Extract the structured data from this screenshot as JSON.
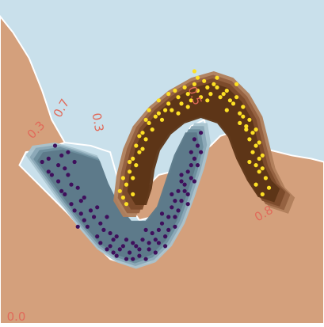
{
  "chart_data": {
    "type": "scatter",
    "title": "",
    "xlabel": "",
    "ylabel": "",
    "grid": false,
    "legend": "none",
    "background_regions": {
      "class_a_color": "#c9e0eb",
      "class_b_color": "#d4a07c"
    },
    "decision_boundary": {
      "blue_to_brown": [
        [
          0.0,
          9.5
        ],
        [
          0.4,
          9.0
        ],
        [
          0.9,
          8.2
        ],
        [
          1.3,
          7.2
        ],
        [
          1.6,
          6.3
        ],
        [
          2.0,
          5.6
        ],
        [
          2.5,
          5.3
        ],
        [
          3.0,
          5.0
        ],
        [
          3.4,
          4.5
        ],
        [
          3.8,
          4.3
        ],
        [
          4.2,
          4.4
        ],
        [
          4.6,
          4.3
        ],
        [
          4.9,
          4.6
        ],
        [
          5.3,
          4.7
        ],
        [
          5.7,
          5.0
        ],
        [
          6.1,
          5.2
        ],
        [
          6.5,
          5.5
        ],
        [
          6.8,
          5.8
        ],
        [
          7.1,
          5.9
        ],
        [
          7.5,
          6.0
        ],
        [
          7.8,
          6.1
        ],
        [
          8.2,
          5.4
        ],
        [
          9.0,
          5.2
        ],
        [
          9.6,
          5.1
        ],
        [
          10.0,
          5.0
        ]
      ],
      "island_outline": [
        [
          0.6,
          4.9
        ],
        [
          1.4,
          4.1
        ],
        [
          2.1,
          3.4
        ],
        [
          2.8,
          2.6
        ],
        [
          3.4,
          2.0
        ],
        [
          4.0,
          1.8
        ],
        [
          4.6,
          1.9
        ],
        [
          5.0,
          2.2
        ],
        [
          5.3,
          2.6
        ],
        [
          5.6,
          3.2
        ],
        [
          5.9,
          4.2
        ],
        [
          6.2,
          5.2
        ],
        [
          6.4,
          5.9
        ],
        [
          6.3,
          6.3
        ],
        [
          5.9,
          6.1
        ],
        [
          5.6,
          5.6
        ],
        [
          5.4,
          5.0
        ],
        [
          5.2,
          4.2
        ],
        [
          5.0,
          3.6
        ],
        [
          4.7,
          3.3
        ],
        [
          4.3,
          3.2
        ],
        [
          3.9,
          3.8
        ],
        [
          3.6,
          4.6
        ],
        [
          3.4,
          5.3
        ],
        [
          2.8,
          5.5
        ],
        [
          2.0,
          5.6
        ],
        [
          1.4,
          5.4
        ],
        [
          0.8,
          5.3
        ]
      ]
    },
    "contours": {
      "levels": [
        0.3,
        0.5,
        0.7
      ],
      "tick_labels": [
        "0.3",
        "0.5",
        "0.7"
      ],
      "blue_levels": [
        "#a9c3cf",
        "#8aa8b6",
        "#6d8d9c",
        "#5c7989"
      ],
      "brown_levels": [
        "#b07e5b",
        "#93603f",
        "#7a4a2a",
        "#5c3416"
      ],
      "shown_labels": [
        "0.3",
        "0.7",
        "0.5",
        "0.3",
        "0.8",
        "0.0"
      ]
    },
    "series": [
      {
        "color": "#3f0f5c",
        "points": [
          [
            1.3,
            5.0
          ],
          [
            1.5,
            4.7
          ],
          [
            1.8,
            4.4
          ],
          [
            2.0,
            4.0
          ],
          [
            2.2,
            3.7
          ],
          [
            1.9,
            5.2
          ],
          [
            2.3,
            5.0
          ],
          [
            2.5,
            3.4
          ],
          [
            2.7,
            3.0
          ],
          [
            3.0,
            2.7
          ],
          [
            3.3,
            2.3
          ],
          [
            3.6,
            2.1
          ],
          [
            3.9,
            2.0
          ],
          [
            4.3,
            2.1
          ],
          [
            4.6,
            2.3
          ],
          [
            4.9,
            2.5
          ],
          [
            5.2,
            2.9
          ],
          [
            5.4,
            3.3
          ],
          [
            5.6,
            3.8
          ],
          [
            5.7,
            4.3
          ],
          [
            5.8,
            4.7
          ],
          [
            6.0,
            5.1
          ],
          [
            6.1,
            5.5
          ],
          [
            6.2,
            5.9
          ],
          [
            2.1,
            4.6
          ],
          [
            2.4,
            4.2
          ],
          [
            2.8,
            3.5
          ],
          [
            3.1,
            3.1
          ],
          [
            3.5,
            2.6
          ],
          [
            3.8,
            2.4
          ],
          [
            4.1,
            2.5
          ],
          [
            4.4,
            2.6
          ],
          [
            4.7,
            2.8
          ],
          [
            5.0,
            3.1
          ],
          [
            5.3,
            3.6
          ],
          [
            5.5,
            4.1
          ],
          [
            5.6,
            4.6
          ],
          [
            5.9,
            5.3
          ],
          [
            1.7,
            5.5
          ],
          [
            2.0,
            4.8
          ],
          [
            2.6,
            3.9
          ],
          [
            2.9,
            3.3
          ],
          [
            3.2,
            2.9
          ],
          [
            3.4,
            2.4
          ],
          [
            3.7,
            2.3
          ],
          [
            4.0,
            2.2
          ],
          [
            4.5,
            2.0
          ],
          [
            4.8,
            2.2
          ],
          [
            5.1,
            2.7
          ],
          [
            5.4,
            3.0
          ],
          [
            5.5,
            3.5
          ],
          [
            5.8,
            4.0
          ],
          [
            5.9,
            4.5
          ],
          [
            6.1,
            4.9
          ],
          [
            1.8,
            4.9
          ],
          [
            2.2,
            4.3
          ],
          [
            2.5,
            3.8
          ],
          [
            3.0,
            3.6
          ],
          [
            3.3,
            3.3
          ],
          [
            3.6,
            2.7
          ],
          [
            3.9,
            2.6
          ],
          [
            4.2,
            2.4
          ],
          [
            4.6,
            2.5
          ],
          [
            4.9,
            2.9
          ],
          [
            5.2,
            3.3
          ],
          [
            5.4,
            3.8
          ],
          [
            5.7,
            4.1
          ],
          [
            5.9,
            4.9
          ],
          [
            6.0,
            5.7
          ],
          [
            1.6,
            4.6
          ],
          [
            2.3,
            3.5
          ],
          [
            2.6,
            3.2
          ],
          [
            3.1,
            2.5
          ],
          [
            3.5,
            2.2
          ],
          [
            4.3,
            2.3
          ],
          [
            4.8,
            2.6
          ],
          [
            5.0,
            3.4
          ],
          [
            5.3,
            4.0
          ],
          [
            5.6,
            4.4
          ],
          [
            6.2,
            5.3
          ],
          [
            1.9,
            4.1
          ],
          [
            2.4,
            3.0
          ],
          [
            3.4,
            2.8
          ],
          [
            4.1,
            2.0
          ],
          [
            4.5,
            2.9
          ],
          [
            5.1,
            2.4
          ],
          [
            5.8,
            3.7
          ],
          [
            6.0,
            4.4
          ],
          [
            1.5,
            5.1
          ],
          [
            2.1,
            5.3
          ]
        ]
      },
      {
        "color": "#fde025",
        "points": [
          [
            3.8,
            3.9
          ],
          [
            3.9,
            4.3
          ],
          [
            4.0,
            4.7
          ],
          [
            4.1,
            5.1
          ],
          [
            4.2,
            5.5
          ],
          [
            4.4,
            5.9
          ],
          [
            4.6,
            6.2
          ],
          [
            4.9,
            6.5
          ],
          [
            5.2,
            6.8
          ],
          [
            5.5,
            7.0
          ],
          [
            5.8,
            7.1
          ],
          [
            6.1,
            7.2
          ],
          [
            6.4,
            7.3
          ],
          [
            6.7,
            7.3
          ],
          [
            7.0,
            7.2
          ],
          [
            7.3,
            7.0
          ],
          [
            7.5,
            6.7
          ],
          [
            7.7,
            6.3
          ],
          [
            7.8,
            5.9
          ],
          [
            7.9,
            5.5
          ],
          [
            8.0,
            5.1
          ],
          [
            8.0,
            4.7
          ],
          [
            7.9,
            4.3
          ],
          [
            8.1,
            4.0
          ],
          [
            3.9,
            3.7
          ],
          [
            4.1,
            4.5
          ],
          [
            4.2,
            4.9
          ],
          [
            4.3,
            5.3
          ],
          [
            4.5,
            5.7
          ],
          [
            4.7,
            6.0
          ],
          [
            5.0,
            6.3
          ],
          [
            5.3,
            6.6
          ],
          [
            5.6,
            6.8
          ],
          [
            5.9,
            6.9
          ],
          [
            6.2,
            7.0
          ],
          [
            6.5,
            7.1
          ],
          [
            6.8,
            7.0
          ],
          [
            7.1,
            6.9
          ],
          [
            7.4,
            6.5
          ],
          [
            7.6,
            6.1
          ],
          [
            7.7,
            5.7
          ],
          [
            7.8,
            5.3
          ],
          [
            7.9,
            4.9
          ],
          [
            8.2,
            4.5
          ],
          [
            3.7,
            4.1
          ],
          [
            4.0,
            5.0
          ],
          [
            4.4,
            5.4
          ],
          [
            4.8,
            6.4
          ],
          [
            5.1,
            6.6
          ],
          [
            5.4,
            7.2
          ],
          [
            5.7,
            7.3
          ],
          [
            6.0,
            7.4
          ],
          [
            6.3,
            7.5
          ],
          [
            6.6,
            7.4
          ],
          [
            6.9,
            7.1
          ],
          [
            7.2,
            6.8
          ],
          [
            7.5,
            6.4
          ],
          [
            7.6,
            6.0
          ],
          [
            8.0,
            5.6
          ],
          [
            8.1,
            5.2
          ],
          [
            3.8,
            4.5
          ],
          [
            4.3,
            5.8
          ],
          [
            4.6,
            6.6
          ],
          [
            5.2,
            7.1
          ],
          [
            5.8,
            6.7
          ],
          [
            6.4,
            6.9
          ],
          [
            7.0,
            6.6
          ],
          [
            7.4,
            6.2
          ],
          [
            7.9,
            6.0
          ],
          [
            8.3,
            4.2
          ],
          [
            4.1,
            4.0
          ],
          [
            4.5,
            6.3
          ],
          [
            5.5,
            6.5
          ],
          [
            6.1,
            7.6
          ],
          [
            6.7,
            7.6
          ],
          [
            7.3,
            7.4
          ],
          [
            8.1,
            4.8
          ],
          [
            7.7,
            5.0
          ],
          [
            4.9,
            6.9
          ],
          [
            6.0,
            7.8
          ]
        ]
      }
    ]
  }
}
